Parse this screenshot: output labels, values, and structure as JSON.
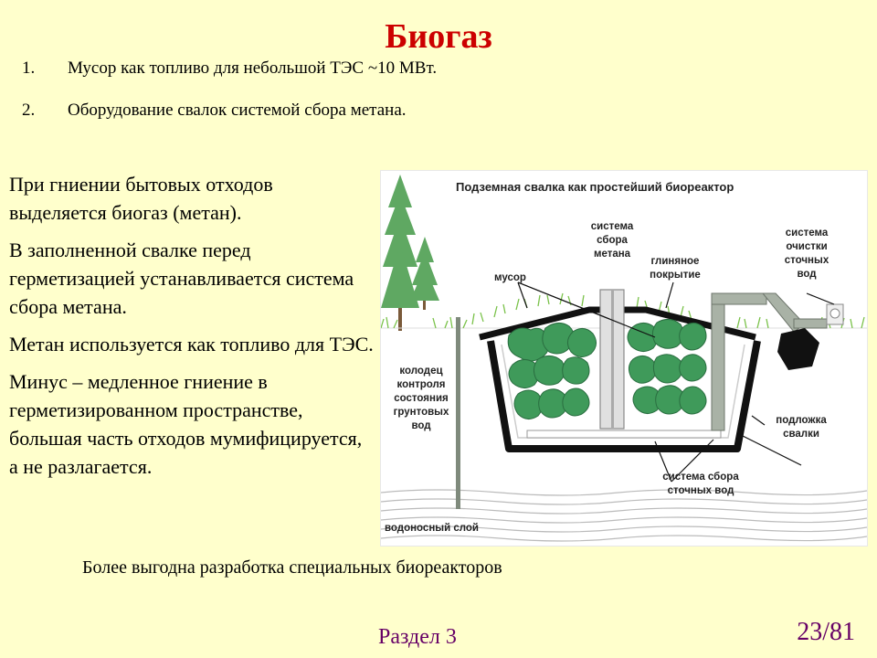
{
  "slide": {
    "title": "Биогаз",
    "list": [
      {
        "num": "1.",
        "text": "Мусор как топливо для небольшой ТЭС ~10 МВт."
      },
      {
        "num": "2.",
        "text": "Оборудование свалок системой сбора метана."
      }
    ],
    "paragraphs": [
      "При гниении бытовых отходов выделяется биогаз (метан).",
      "В заполненной свалке перед герметизацией устанавливается система сбора метана.",
      "Метан используется как топливо для ТЭС.",
      "Минус – медленное гниение в герметизированном пространстве, большая часть отходов мумифицируется, а не разлагается."
    ],
    "footer_note": "Более выгодна разработка специальных биореакторов",
    "section": "Раздел 3",
    "page": "23/81"
  },
  "diagram": {
    "title": "Подземная свалка как простейший биореактор",
    "label_gas_1": "система",
    "label_gas_2": "сбора",
    "label_gas_3": "метана",
    "label_clay_1": "глиняное",
    "label_clay_2": "покрытие",
    "label_trash": "мусор",
    "label_clean_1": "система",
    "label_clean_2": "очистки",
    "label_clean_3": "сточных",
    "label_clean_4": "вод",
    "label_well_1": "колодец",
    "label_well_2": "контроля",
    "label_well_3": "состояния",
    "label_well_4": "грунтовых",
    "label_well_5": "вод",
    "label_liner_1": "подложка",
    "label_liner_2": "свалки",
    "label_drain_1": "система сбора",
    "label_drain_2": "сточных вод",
    "label_aquifer": "водоносный слой"
  },
  "colors": {
    "title": "#cc0000",
    "section": "#660066",
    "trash": "#3f9a5a",
    "grass": "#7ac24a",
    "tree": "#5fa862"
  }
}
